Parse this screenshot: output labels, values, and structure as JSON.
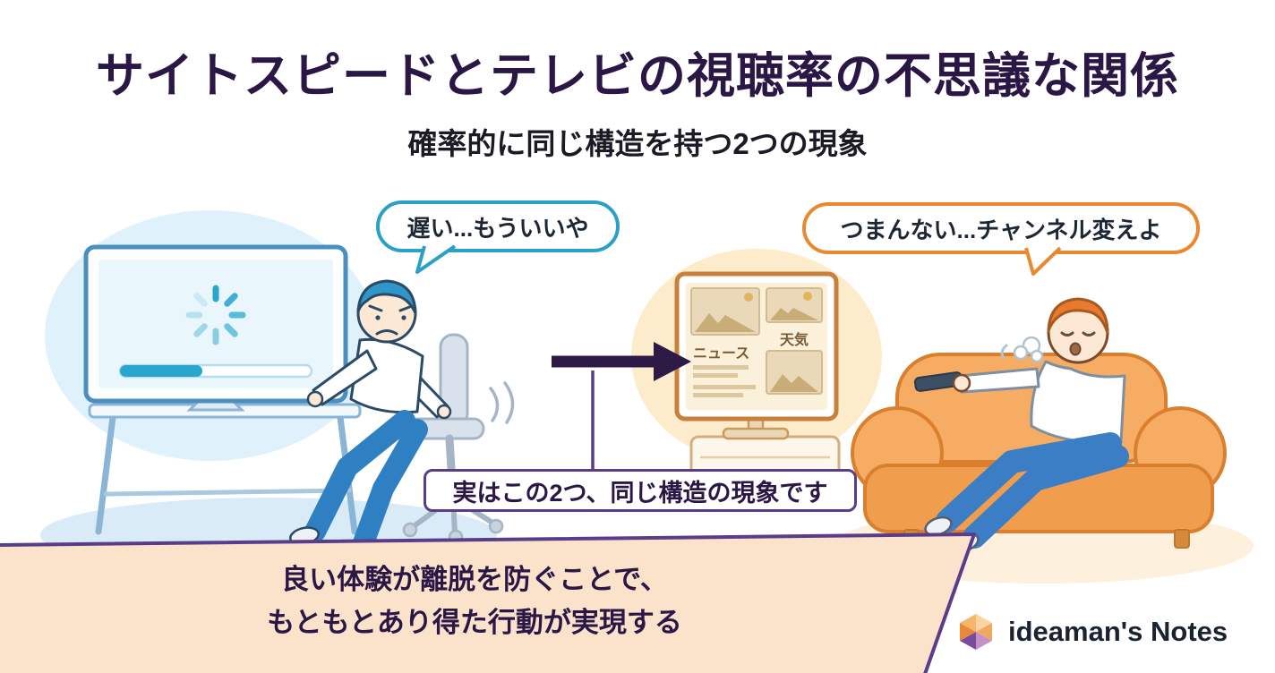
{
  "title": "サイトスピードとテレビの視聴率の不思議な関係",
  "subtitle": "確率的に同じ構造を持つ2つの現象",
  "scenes": {
    "left": {
      "bubble": "遅い...もういいや"
    },
    "right": {
      "bubble": "つまんない...チャンネル変えよ",
      "tv": {
        "news_label": "ニュース",
        "weather_label": "天気"
      }
    }
  },
  "center_note": "実はこの2つ、同じ構造の現象です",
  "banner": {
    "line1": "良い体験が離脱を防ぐことで、",
    "line2": "もともとあり得た行動が実現する"
  },
  "brand": "ideaman's Notes",
  "colors": {
    "title_text": "#2b1745",
    "left_accent": "#2aa0c8",
    "right_accent": "#e8892f",
    "purple_accent": "#5a3d8a",
    "arrow": "#2e1a47",
    "banner_fill": "#fbe2cb"
  }
}
